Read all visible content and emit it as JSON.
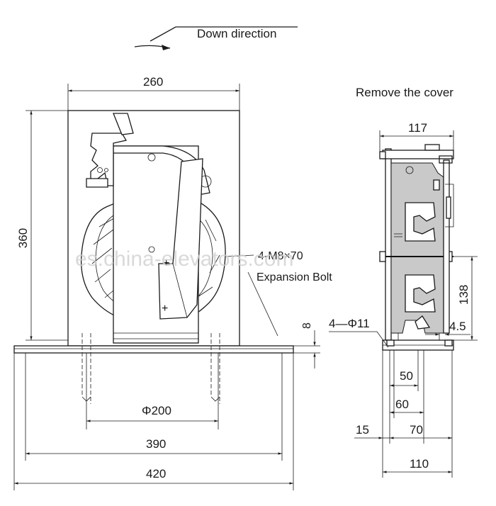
{
  "labels": {
    "direction": "Down direction",
    "remove_cover": "Remove the cover",
    "bolt_spec": "4-M8×70",
    "bolt_name": "Expansion Bolt",
    "hole_spec": "4—Φ11"
  },
  "dimensions": {
    "width_top": "260",
    "height_left": "360",
    "bore_dia": "Φ200",
    "span_390": "390",
    "span_420": "420",
    "base_thk": "8",
    "side_117": "117",
    "side_138": "138",
    "side_4_5": "4.5",
    "side_50": "50",
    "side_60": "60",
    "side_15": "15",
    "side_70": "70",
    "side_110": "110"
  },
  "watermark": "es.china-elevators.com",
  "colors": {
    "line": "#1a1a1a",
    "hatch": "#c9c9c9"
  }
}
